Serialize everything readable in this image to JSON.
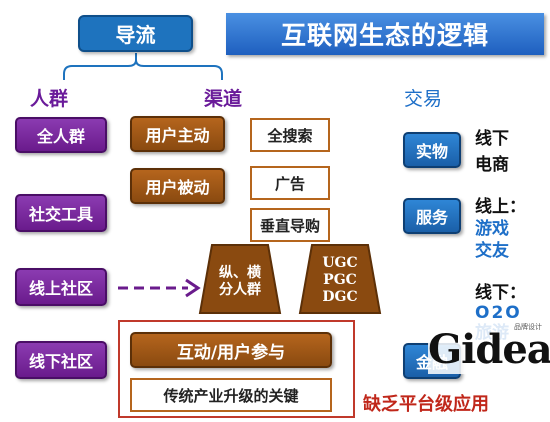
{
  "title": "互联网生态的逻辑",
  "daoliu": "导流",
  "columns": {
    "crowd": "人群",
    "channel": "渠道",
    "trade": "交易"
  },
  "crowd_items": [
    "全人群",
    "社交工具",
    "线上社区",
    "线下社区"
  ],
  "user_actions": [
    "用户主动",
    "用户被动"
  ],
  "channel_items": [
    "全搜索",
    "广告",
    "垂直导购"
  ],
  "trap_left": "纵、横\n分人群",
  "trap_right": "UGC\nPGC\nDGC",
  "bottom_items": [
    "互动/用户参与",
    "传统产业升级的关键"
  ],
  "lack_text": "缺乏平台级应用",
  "trade_items": [
    {
      "button": "实物",
      "label_lines": [
        "线下",
        "电商"
      ]
    },
    {
      "button": "服务",
      "label_lines": [
        "线上：",
        "游戏",
        "交友"
      ]
    },
    {
      "button": "金融",
      "label_lines": [
        "线下：",
        "O2O",
        "旅游"
      ]
    }
  ],
  "logo": {
    "text": "Gidea",
    "sub": "品牌设计"
  },
  "colors": {
    "purple": "#6a1b8c",
    "brown": "#8a4a10",
    "blue": "#1e73be",
    "red": "#c0271a"
  }
}
